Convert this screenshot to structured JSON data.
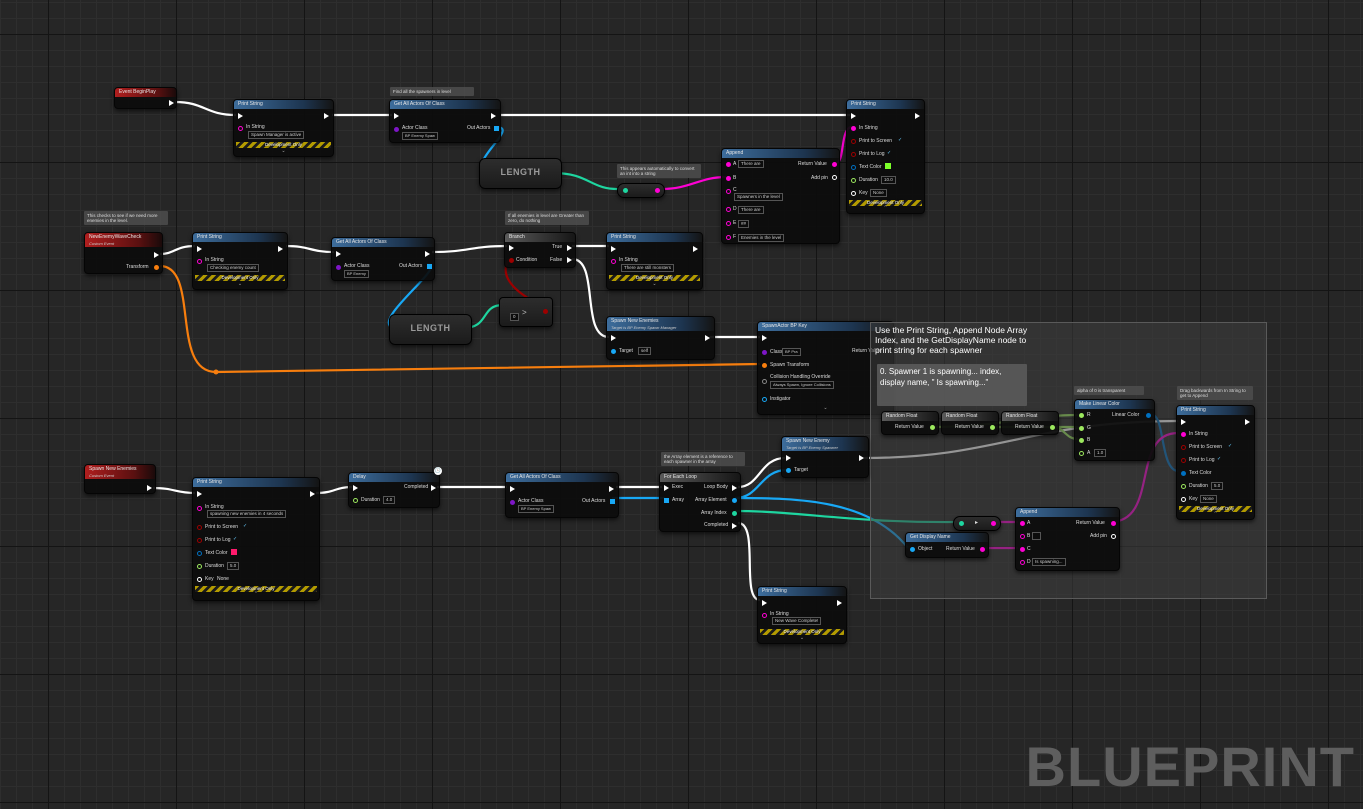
{
  "watermark": "BLUEPRINT",
  "colors": {
    "exec": "#ffffff",
    "string": "#ff00d4",
    "object": "#00a8f2",
    "bool": "#9c0000",
    "int": "#1ed6a0",
    "float": "#9ce85e",
    "transform": "#f77e0e",
    "struct": "#0070c0",
    "text_color_a": "#7cff2a",
    "text_color_b": "#ff1a6c"
  },
  "comments": {
    "find_spawners": "Find all the spawners in level",
    "auto_convert": "This appears automatically to convert an int into a string",
    "check_enemies": "This checks to see if we need more enemies in the level.",
    "greater_zero": "If all enemies in level are Greater than zero, do nothing",
    "array_element": "the Array element is a reference to each spawner in the array",
    "alpha": "alpha of 0 is transparent",
    "drag_back": "Drag backwards from In String to get to Append"
  },
  "big_comment": {
    "title": "Use the Print String, Append Node Array Index, and the GetDisplayName node to print string for each spawner",
    "note": "0. Spawner 1 is spawning... index, display name, \" Is spawning...\""
  },
  "nodes": {
    "begin_play": {
      "title": "Event BeginPlay"
    },
    "print1": {
      "title": "Print String",
      "in_string_label": "In String",
      "in_string": "Spawn Manager is active",
      "dev": "Development Only"
    },
    "get_all1": {
      "title": "Get All Actors Of Class",
      "actor_class": "Actor Class",
      "class_value": "BP Enemy Spaw",
      "out_actors": "Out Actors"
    },
    "length1": {
      "title": "LENGTH"
    },
    "append1": {
      "title": "Append",
      "return_value": "Return Value",
      "add_pin": "Add pin",
      "a": "A",
      "a_val": "There are",
      "b": "B",
      "c": "C",
      "c_val": "Spawners in the level",
      "d": "D",
      "d_val": "There are",
      "e": "E",
      "e_val": "##",
      "f": "F",
      "f_val": "Enemies in the level"
    },
    "print2": {
      "title": "Print String",
      "in_string": "In String",
      "print_screen": "Print to Screen",
      "print_log": "Print to Log",
      "text_color": "Text Color",
      "duration": "Duration",
      "duration_val": "10.0",
      "key": "Key",
      "key_val": "None",
      "dev": "Development Only"
    },
    "wave_check": {
      "title": "NewEnemyWaveCheck",
      "subtitle": "Custom Event",
      "transform": "Transform"
    },
    "print3": {
      "title": "Print String",
      "in_string_label": "In String",
      "in_string": "Checking enemy count",
      "dev": "Development Only"
    },
    "get_all2": {
      "title": "Get All Actors Of Class",
      "actor_class": "Actor Class",
      "class_value": "BP Enemy",
      "out_actors": "Out Actors"
    },
    "length2": {
      "title": "LENGTH"
    },
    "greater": {
      "symbol": ">",
      "val": "0"
    },
    "branch": {
      "title": "Branch",
      "condition": "Condition",
      "true": "True",
      "false": "False"
    },
    "print4": {
      "title": "Print String",
      "in_string_label": "In String",
      "in_string": "There are still monsters",
      "dev": "Development Only"
    },
    "spawn_call": {
      "title": "Spawn New Enemies",
      "subtitle": "Target is BP Enemy Spawn Manager",
      "target": "Target",
      "target_val": "self"
    },
    "spawn_actor": {
      "title": "SpawnActor BP Key",
      "class": "Class",
      "class_val": "BP Pra",
      "return_value": "Return Value",
      "spawn_transform": "Spawn Transform",
      "collision": "Collision Handling Override",
      "collision_val": "Always Spawn, Ignore Collisions",
      "instigator": "Instigator"
    },
    "spawn_event": {
      "title": "Spawn New Enemies",
      "subtitle": "Custom Event"
    },
    "print5": {
      "title": "Print String",
      "in_string_label": "In String",
      "in_string": "spawning new enemies in 4 seconds",
      "print_screen": "Print to Screen",
      "print_log": "Print to Log",
      "text_color": "Text Color",
      "duration": "Duration",
      "duration_val": "5.0",
      "key": "Key",
      "key_val": "None",
      "dev": "Development Only"
    },
    "delay": {
      "title": "Delay",
      "completed": "Completed",
      "duration": "Duration",
      "duration_val": "4.0"
    },
    "get_all3": {
      "title": "Get All Actors Of Class",
      "actor_class": "Actor Class",
      "class_value": "BP Enemy Spaw",
      "out_actors": "Out Actors"
    },
    "foreach": {
      "title": "For Each Loop",
      "exec": "Exec",
      "array": "Array",
      "loop_body": "Loop Body",
      "array_element": "Array Element",
      "array_index": "Array Index",
      "completed": "Completed"
    },
    "spawn_enemy": {
      "title": "Spawn New Enemy",
      "subtitle": "Target is BP Enemy Spawner",
      "target": "Target"
    },
    "print6": {
      "title": "Print String",
      "in_string_label": "In String",
      "in_string": "New Wave Complete!",
      "dev": "Development Only"
    },
    "random1": {
      "title": "Random Float",
      "return_value": "Return Value"
    },
    "random2": {
      "title": "Random Float",
      "return_value": "Return Value"
    },
    "random3": {
      "title": "Random Float",
      "return_value": "Return Value"
    },
    "make_color": {
      "title": "Make Linear Color",
      "r": "R",
      "g": "G",
      "b": "B",
      "a": "A",
      "a_val": "1.0",
      "linear_color": "Linear Color"
    },
    "print7": {
      "title": "Print String",
      "in_string": "In String",
      "print_screen": "Print to Screen",
      "print_log": "Print to Log",
      "text_color": "Text Color",
      "duration": "Duration",
      "duration_val": "5.0",
      "key": "Key",
      "key_val": "None",
      "dev": "Development Only"
    },
    "get_display": {
      "title": "Get Display Name",
      "object": "Object",
      "return_value": "Return Value"
    },
    "append2": {
      "title": "Append",
      "a": "A",
      "b": "B",
      "c": "C",
      "d": "D",
      "d_val": "Is spawning...",
      "return_value": "Return Value",
      "add_pin": "Add pin"
    }
  }
}
